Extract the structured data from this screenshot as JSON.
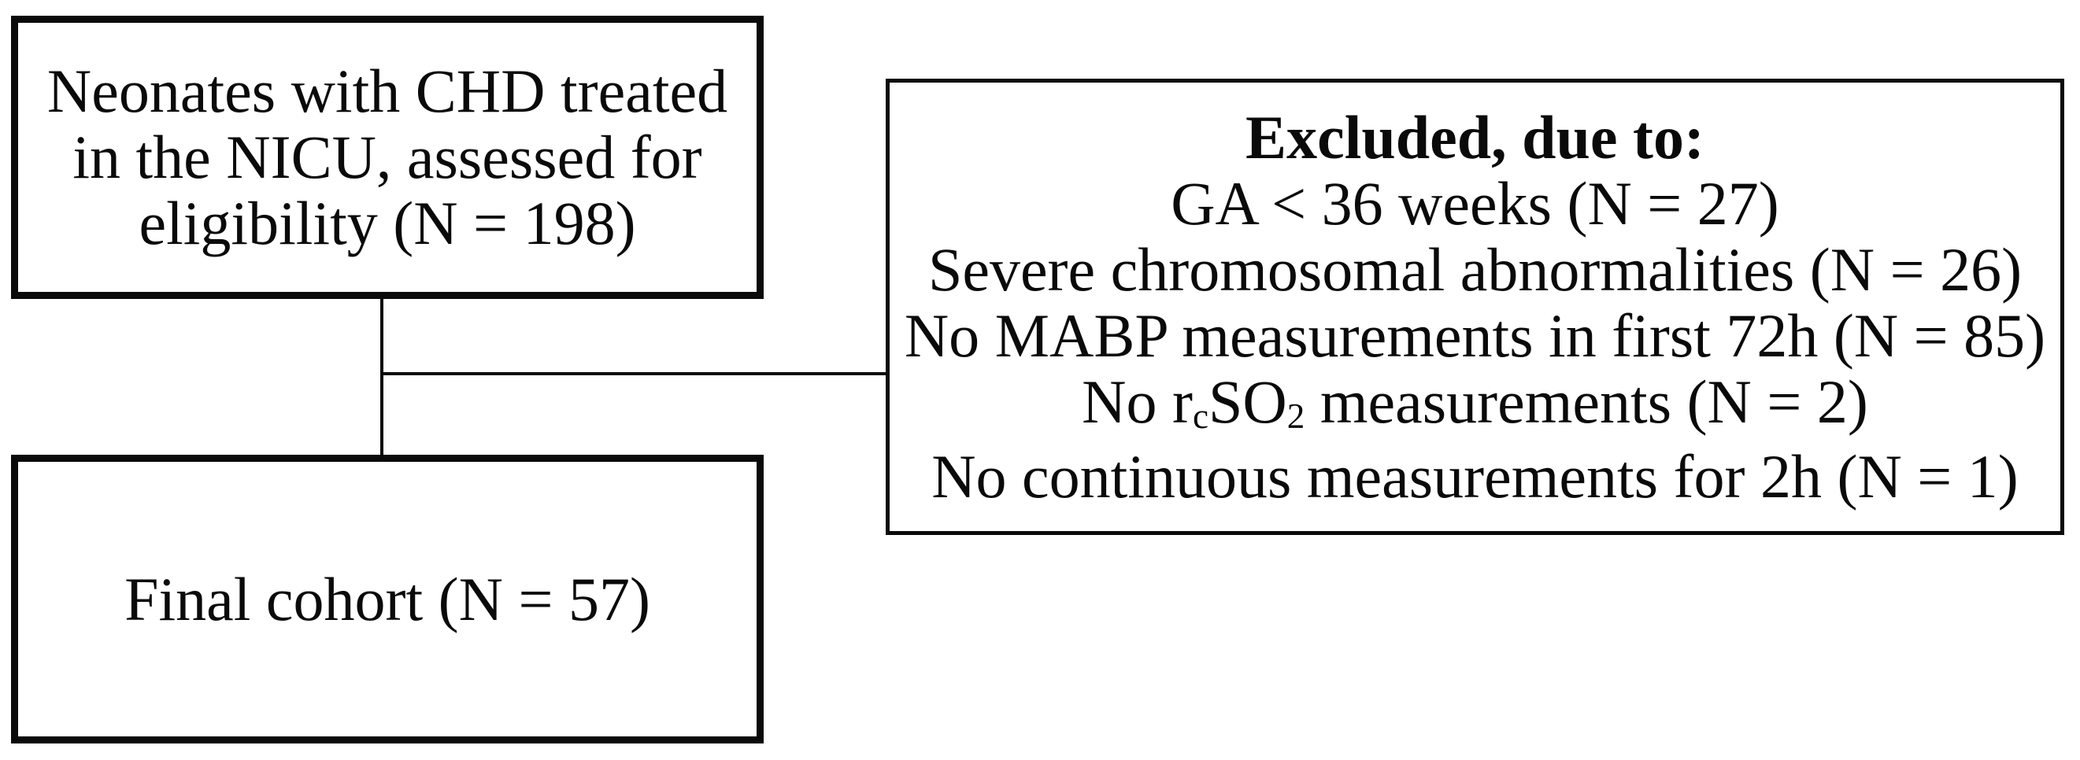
{
  "diagram": {
    "background_color": "#ffffff",
    "line_color": "#0a0a0a",
    "eligibility_box": {
      "line1": "Neonates with CHD treated",
      "line2": "in the NICU, assessed for",
      "line3": "eligibility (N = 198)",
      "n": 198
    },
    "excluded_box": {
      "title": "Excluded, due to:",
      "items": [
        {
          "text": "GA < 36 weeks (N = 27)",
          "n": 27
        },
        {
          "text": "Severe chromosomal abnormalities (N = 26)",
          "n": 26
        },
        {
          "text": "No MABP measurements in first 72h (N = 85)",
          "n": 85
        },
        {
          "pre": "No r",
          "sub1": "c",
          "mid": "SO",
          "sub2": "2",
          "post": " measurements (N = 2)",
          "n": 2
        },
        {
          "text": "No continuous measurements for 2h (N = 1)",
          "n": 1
        }
      ]
    },
    "final_box": {
      "label": "Final cohort (N = 57)",
      "n": 57
    }
  }
}
